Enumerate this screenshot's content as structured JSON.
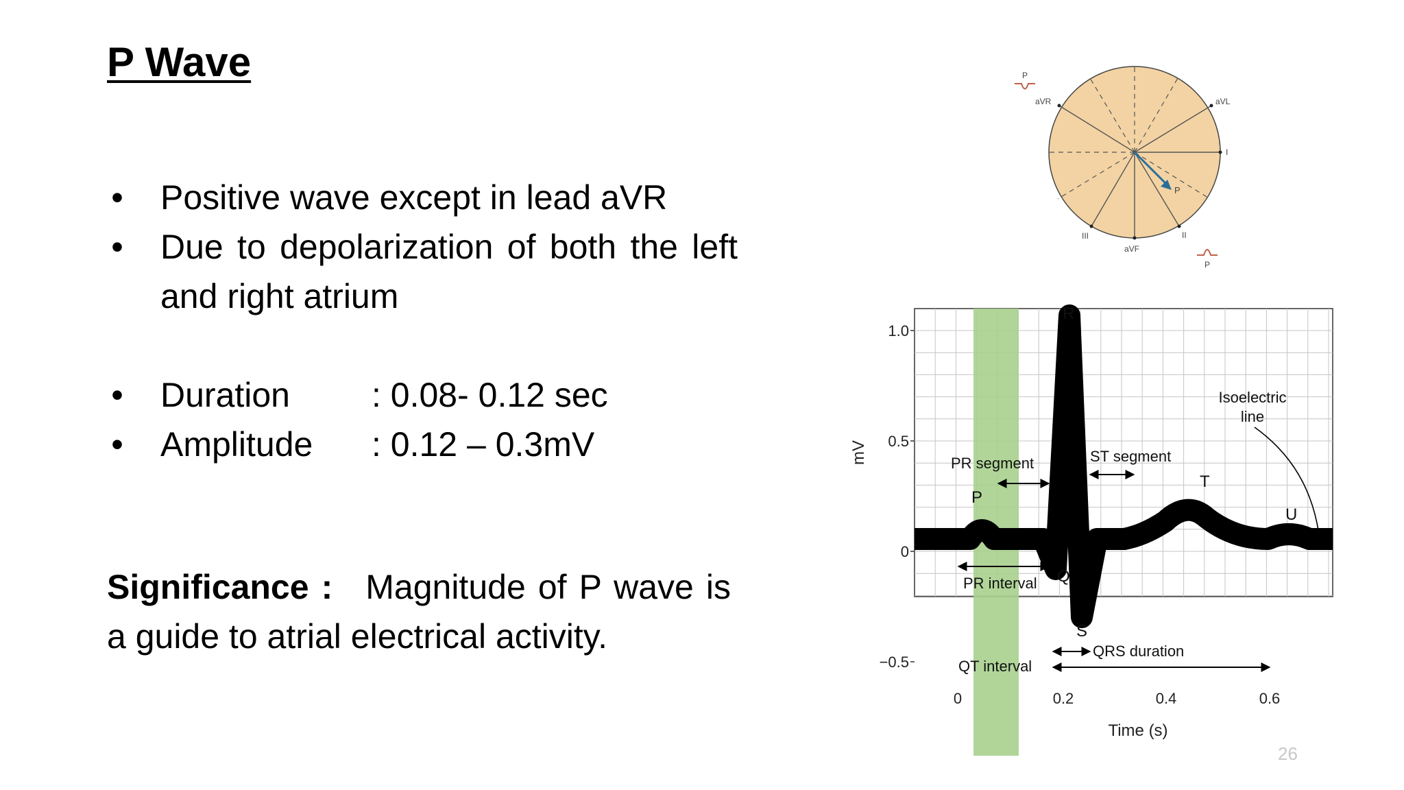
{
  "slide": {
    "title": "P Wave",
    "bullets": [
      {
        "text": "Positive wave except in lead aVR"
      },
      {
        "text": "Due to depolarization of both the left and right atrium"
      }
    ],
    "measurements": [
      {
        "label": "Duration",
        "value": ": 0.08- 0.12 sec"
      },
      {
        "label": "Amplitude",
        "value": ": 0.12 – 0.3mV"
      }
    ],
    "significance": {
      "label": "Significance :",
      "text": "Magnitude of P wave is a guide to atrial electrical activity."
    },
    "page_number": "26",
    "bullet_glyph": "•"
  },
  "hexaxial": {
    "leads": [
      "aVR",
      "aVL",
      "I",
      "II",
      "aVF",
      "III"
    ],
    "vector_label": "P",
    "wave_label_top": "P",
    "wave_label_bottom": "P",
    "fill_color": "#f3d3a3",
    "vector_color": "#2a6f9a"
  },
  "ecg": {
    "ylabel": "mV",
    "xlabel": "Time (s)",
    "x_ticks": [
      "0",
      "0.2",
      "0.4",
      "0.6"
    ],
    "y_ticks": [
      "1.0",
      "0.5",
      "0",
      "−0.5"
    ],
    "waves": {
      "P": "P",
      "Q": "Q",
      "R": "R",
      "S": "S",
      "T": "T",
      "U": "U"
    },
    "annotations": {
      "pr_segment": "PR segment",
      "st_segment": "ST segment",
      "pr_interval": "PR interval",
      "qrs_duration": "QRS duration",
      "qt_interval": "QT interval",
      "isoelectric_1": "Isoelectric",
      "isoelectric_2": "line"
    },
    "highlight_color": "#a9d08e"
  }
}
